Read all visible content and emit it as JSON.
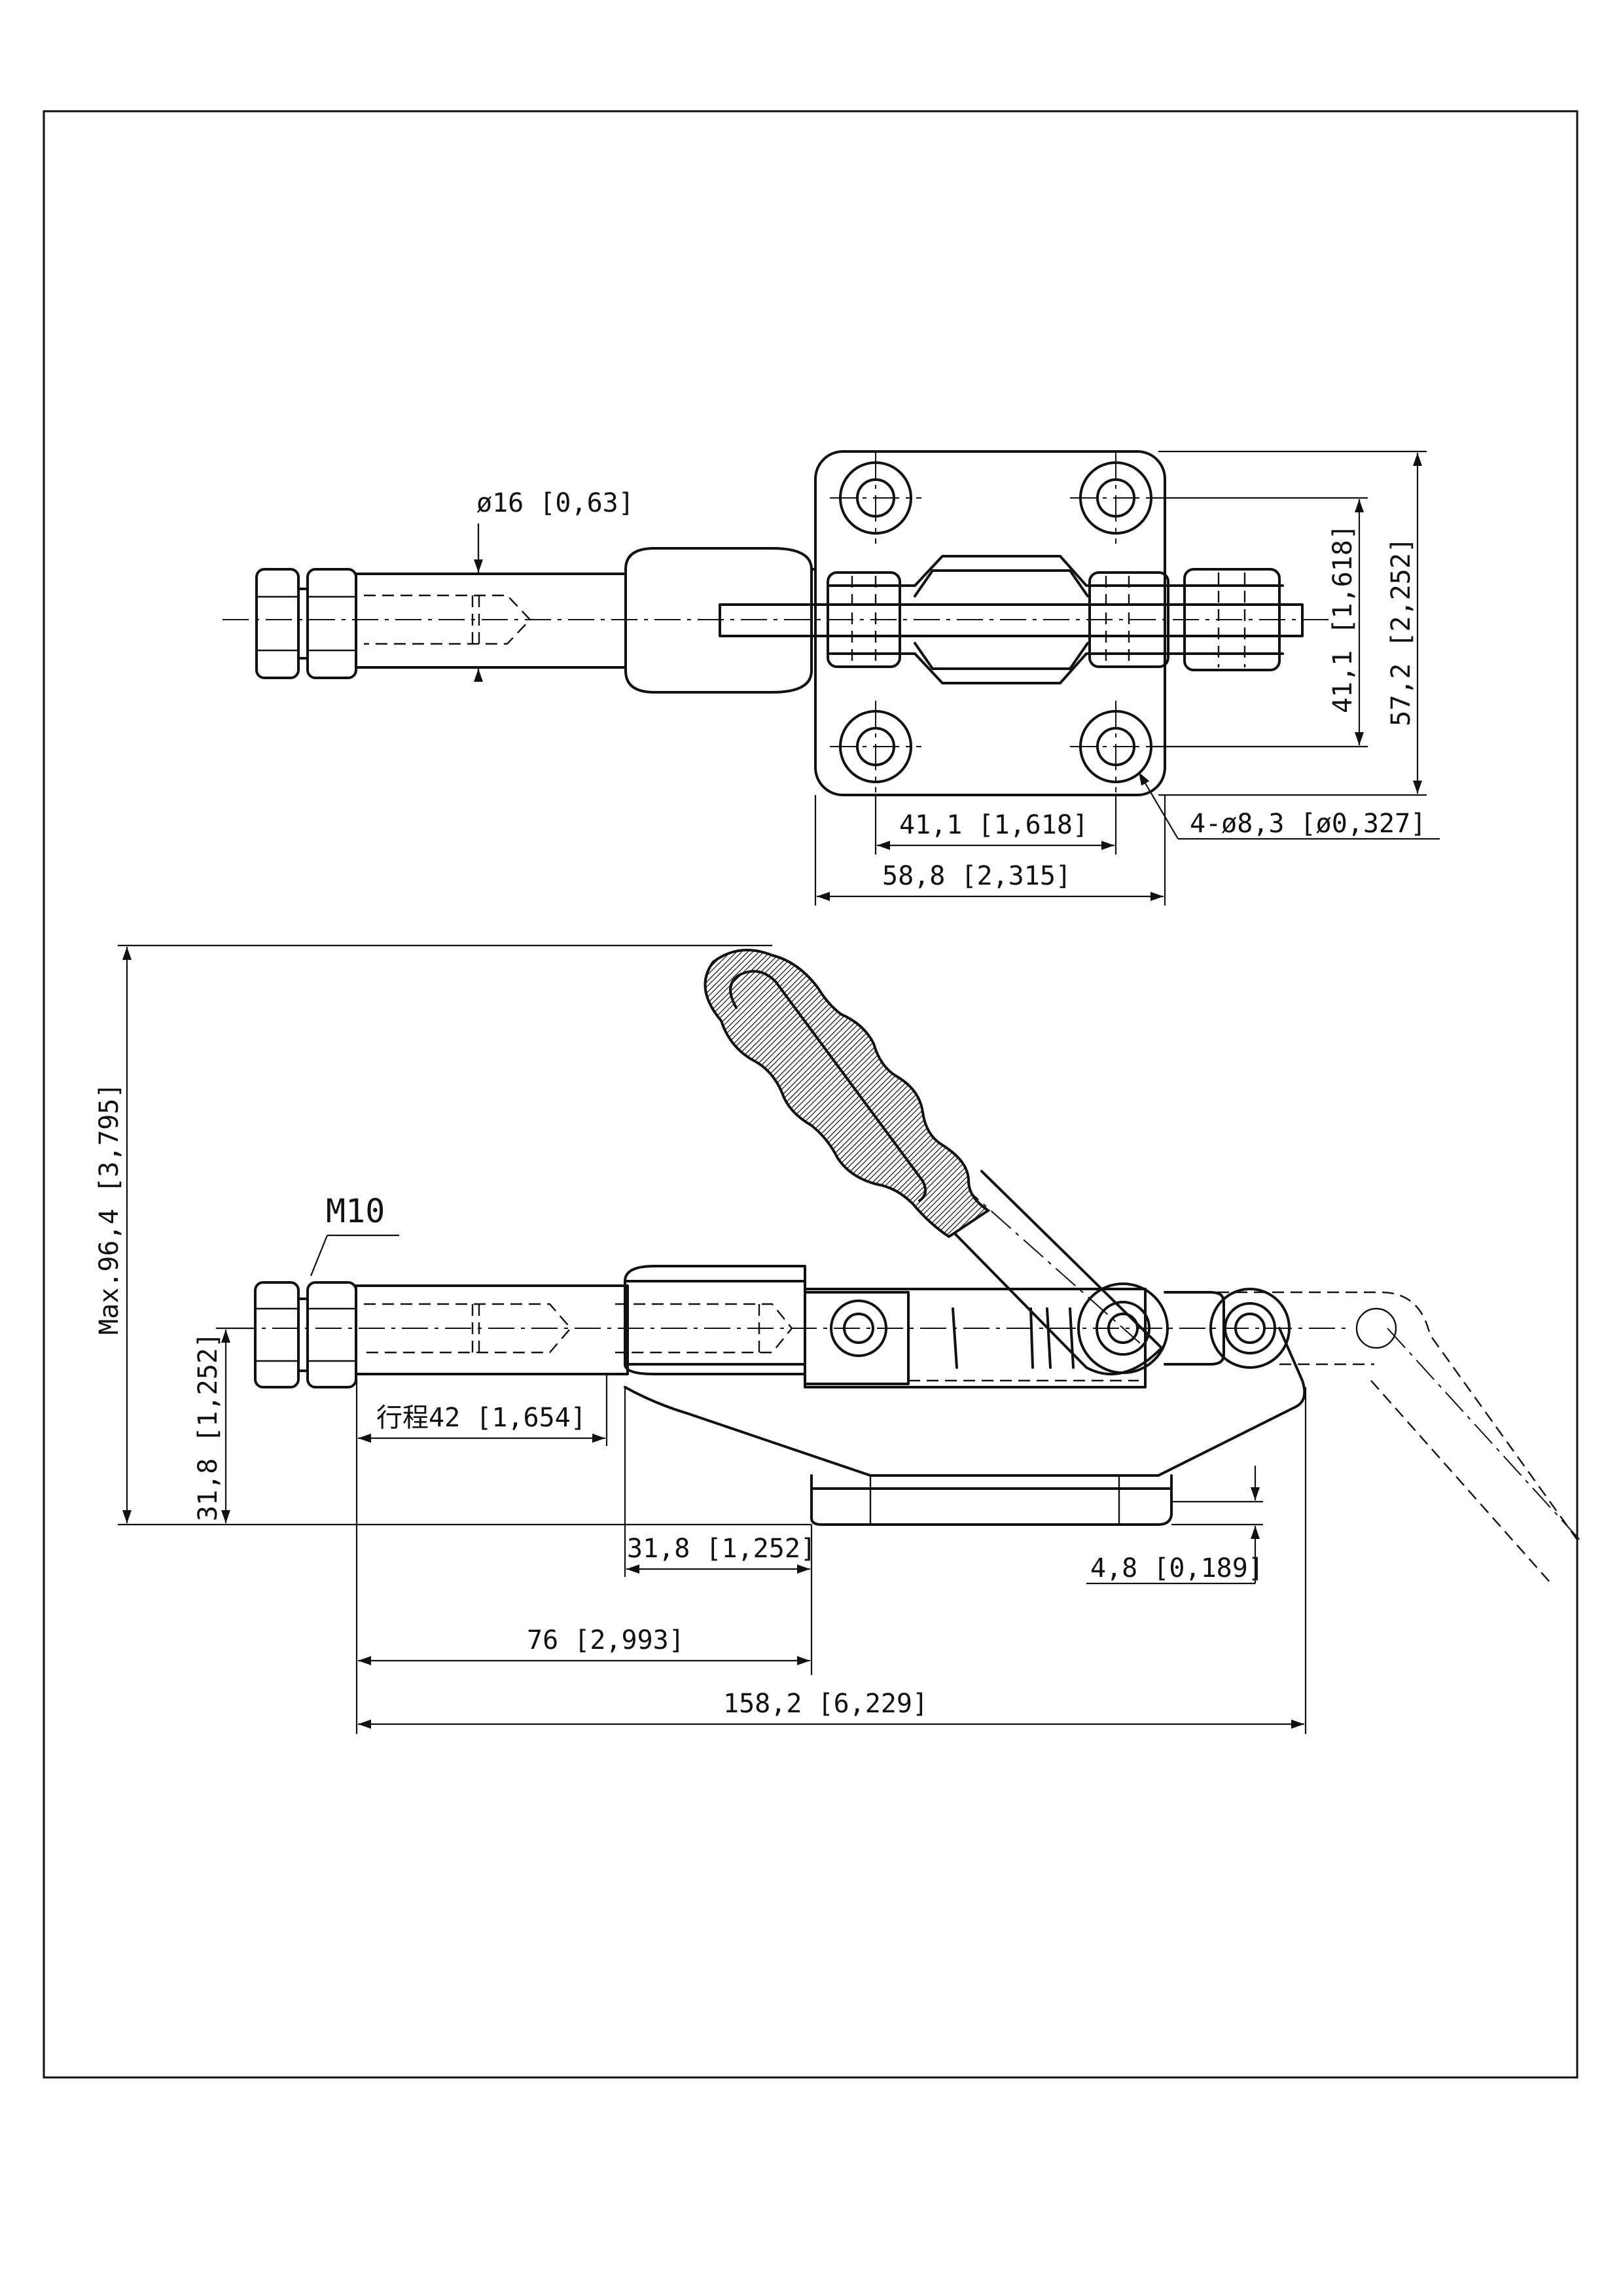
{
  "top_view": {
    "rod_diameter": "ø16 [0,63]",
    "hole_spacing_h": "41,1 [1,618]",
    "base_width": "58,8 [2,315]",
    "hole_spacing_v": "41,1 [1,618]",
    "base_height": "57,2 [2,252]",
    "holes": "4-ø8,3 [ø0,327]"
  },
  "side_view": {
    "thread": "M10",
    "max_height": "Max.96,4 [3,795]",
    "axis_height": "31,8 [1,252]",
    "stroke": "行程42 [1,654]",
    "base_offset": "31,8 [1,252]",
    "base_thickness": "4,8 [0,189]",
    "to_base": "76 [2,993]",
    "overall_length": "158,2 [6,229]"
  }
}
